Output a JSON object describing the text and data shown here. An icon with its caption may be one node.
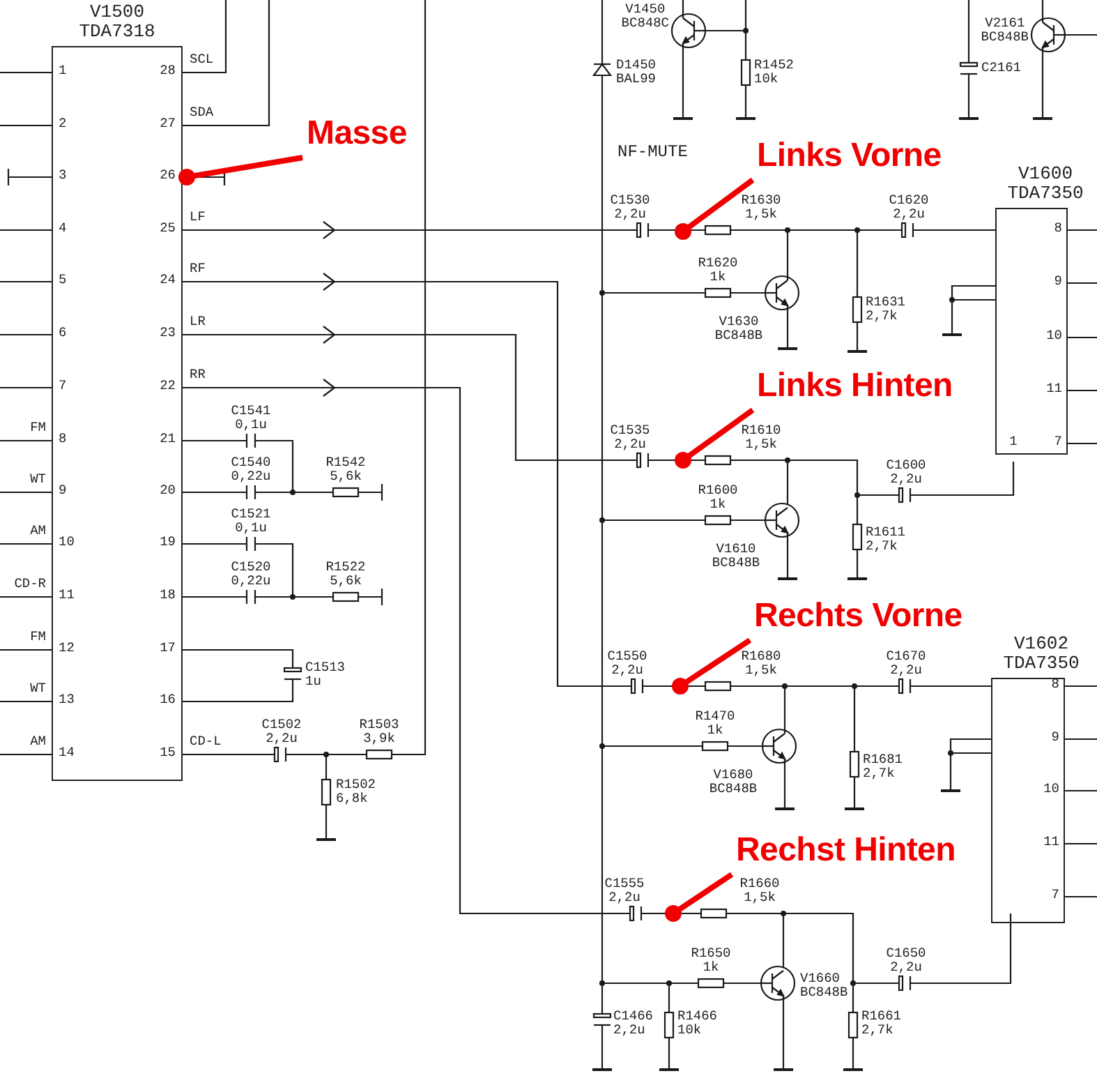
{
  "diagram": {
    "nodes": [
      {
        "text": [
          "V1500 TDA7318"
        ]
      },
      {
        "text": [
          "V1600 TDA7350"
        ]
      },
      {
        "text": [
          "V1602 TDA7350"
        ]
      },
      {
        "text": [
          "Masse"
        ]
      },
      {
        "text": [
          "Links Vorne"
        ]
      },
      {
        "text": [
          "Links Hinten"
        ]
      },
      {
        "text": [
          "Rechts Vorne"
        ]
      },
      {
        "text": [
          "Rechst Hinten"
        ]
      }
    ],
    "edges": [
      {
        "from": 3,
        "to": 0,
        "arrow": "other"
      },
      {
        "from": 4,
        "to": null,
        "arrow": "other"
      },
      {
        "from": 5,
        "to": null,
        "arrow": "other"
      },
      {
        "from": 6,
        "to": null,
        "arrow": "other"
      },
      {
        "from": 7,
        "to": null,
        "arrow": "other"
      }
    ],
    "labels": [
      "1",
      "2",
      "3",
      "4",
      "5",
      "6",
      "7",
      "8",
      "9",
      "10",
      "11",
      "12",
      "13",
      "14",
      "28",
      "27",
      "26",
      "25",
      "24",
      "23",
      "22",
      "21",
      "20",
      "19",
      "18",
      "17",
      "16",
      "15",
      "SCL",
      "SDA",
      "LF",
      "RF",
      "LR",
      "RR",
      "CD-L",
      "FM",
      "WT",
      "AM",
      "CD-R",
      "FM",
      "WT",
      "AM",
      "C1541 0,1u",
      "C1540 0,22u",
      "R1542 5,6k",
      "C1521 0,1u",
      "C1520 0,22u",
      "R1522 5,6k",
      "C1513 1u",
      "C1502 2,2u",
      "R1503 3,9k",
      "R1502 6,8k",
      "V1450 BC848C",
      "D1450 BAL99",
      "R1452 10k",
      "V2161 BC848B",
      "C2161",
      "NF-MUTE",
      "C1530 2,2u",
      "R1630 1,5k",
      "C1620 2,2u",
      "R1620 1k",
      "V1630 BC848B",
      "R1631 2,7k",
      "8",
      "9",
      "10",
      "11",
      "1",
      "7",
      "C1535 2,2u",
      "R1610 1,5k",
      "C1600 2,2u",
      "R1600 1k",
      "V1610 BC848B",
      "R1611 2,7k",
      "C1550 2,2u",
      "R1680 1,5k",
      "C1670 2,2u",
      "R1470 1k",
      "V1680 BC848B",
      "R1681 2,7k",
      "8",
      "9",
      "10",
      "11",
      "7",
      "C1555 2,2u",
      "R1660 1,5k",
      "R1650 1k",
      "V1660 BC848B",
      "C1650 2,2u",
      "C1466 2,2u",
      "R1466 10k",
      "R1661 2,7k"
    ]
  }
}
